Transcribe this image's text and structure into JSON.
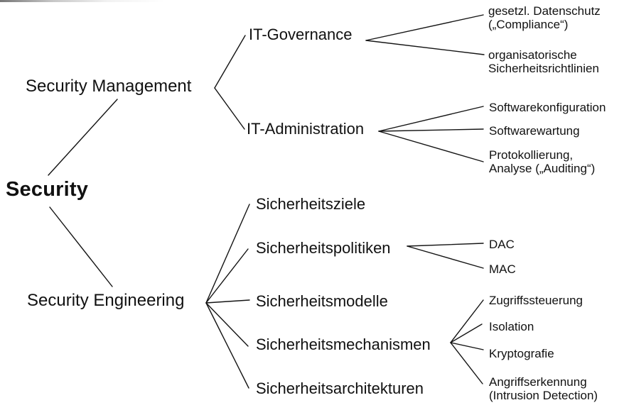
{
  "figure": {
    "background": "#ffffff",
    "line_color": "#141414",
    "text_color": "#111111"
  },
  "tree": {
    "root": {
      "label": "Security",
      "children": [
        {
          "label": "Security Management",
          "children": [
            {
              "label": "IT-Governance",
              "children": [
                {
                  "label": "gesetzl. Datenschutz\n(„Compliance“)"
                },
                {
                  "label": "organisatorische\nSicherheitsrichtlinien"
                }
              ]
            },
            {
              "label": "IT-Administration",
              "children": [
                {
                  "label": "Softwarekonfiguration"
                },
                {
                  "label": "Softwarewartung"
                },
                {
                  "label": "Protokollierung,\nAnalyse („Auditing“)"
                }
              ]
            }
          ]
        },
        {
          "label": "Security Engineering",
          "children": [
            {
              "label": "Sicherheitsziele"
            },
            {
              "label": "Sicherheitspolitiken",
              "children": [
                {
                  "label": "DAC"
                },
                {
                  "label": "MAC"
                }
              ]
            },
            {
              "label": "Sicherheitsmodelle"
            },
            {
              "label": "Sicherheitsmechanismen",
              "children": [
                {
                  "label": "Zugriffssteuerung"
                },
                {
                  "label": "Isolation"
                },
                {
                  "label": "Kryptografie"
                },
                {
                  "label": "Angriffserkennung\n(Intrusion Detection)"
                }
              ]
            },
            {
              "label": "Sicherheitsarchitekturen"
            }
          ]
        }
      ]
    }
  }
}
